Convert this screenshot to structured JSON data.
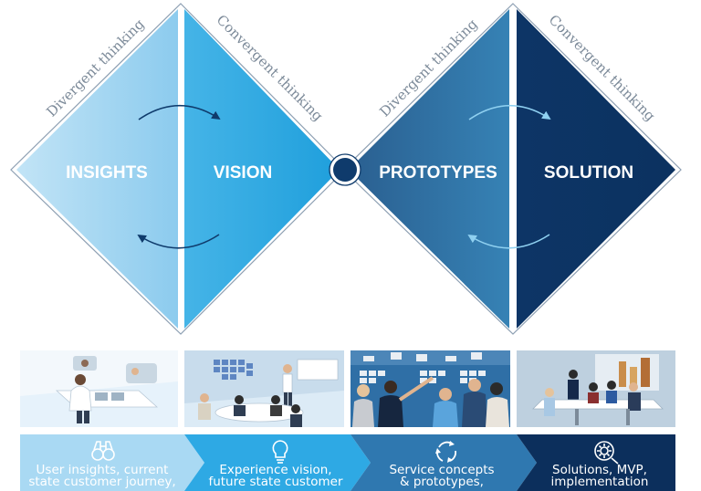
{
  "diagram": {
    "thinking_labels": [
      "Divergent thinking",
      "Convergent thinking",
      "Divergent thinking",
      "Convergent thinking"
    ],
    "phases": [
      "INSIGHTS",
      "VISION",
      "PROTOTYPES",
      "SOLUTION"
    ],
    "colors": {
      "insights": "#9dd3f0",
      "vision": "#3aaee3",
      "prototypes": "#2c74a4",
      "solution": "#0f3b6c",
      "center_node": "#0f3b6c"
    }
  },
  "stages": [
    {
      "icon": "binoculars-icon",
      "lines": [
        "User insights, current",
        "state customer journey,"
      ]
    },
    {
      "icon": "lightbulb-icon",
      "lines": [
        "Experience vision,",
        "future state customer"
      ]
    },
    {
      "icon": "cycle-arrows-icon",
      "lines": [
        "Service concepts",
        "& prototypes,"
      ]
    },
    {
      "icon": "gear-magnifier-icon",
      "lines": [
        "Solutions, MVP,",
        "implementation"
      ]
    }
  ]
}
